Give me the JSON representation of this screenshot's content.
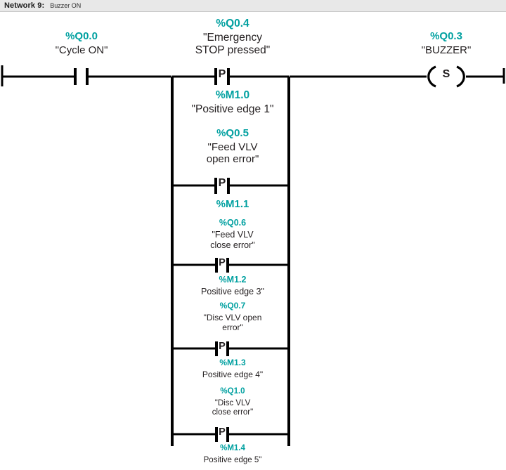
{
  "header": {
    "network_label": "Network 9:",
    "network_title": "Buzzer ON"
  },
  "ladder": {
    "series_contact": {
      "address": "%Q0.0",
      "symbol": "\"Cycle ON\"",
      "type": "normally-open-contact"
    },
    "output_coil": {
      "address": "%Q0.3",
      "symbol": "\"BUZZER\"",
      "type": "set-coil",
      "glyph": "S"
    },
    "branches": [
      {
        "trigger_address": "%Q0.4",
        "trigger_symbol": "\"Emergency\nSTOP pressed\"",
        "contact_glyph": "P",
        "memory_address": "%M1.0",
        "memory_symbol": "\"Positive edge 1\""
      },
      {
        "trigger_address": "%Q0.5",
        "trigger_symbol": "\"Feed VLV\nopen error\"",
        "contact_glyph": "P",
        "memory_address": "%M1.1",
        "memory_symbol": ""
      },
      {
        "trigger_address": "%Q0.6",
        "trigger_symbol": "\"Feed VLV\nclose error\"",
        "contact_glyph": "P",
        "memory_address": "%M1.2",
        "memory_symbol": "Positive edge 3\""
      },
      {
        "trigger_address": "%Q0.7",
        "trigger_symbol": "\"Disc VLV open\nerror\"",
        "contact_glyph": "P",
        "memory_address": "%M1.3",
        "memory_symbol": "Positive edge 4\""
      },
      {
        "trigger_address": "%Q1.0",
        "trigger_symbol": "\"Disc VLV\nclose error\"",
        "contact_glyph": "P",
        "memory_address": "%M1.4",
        "memory_symbol": "Positive edge 5\""
      }
    ]
  },
  "colors": {
    "address_teal": "#00a0a0",
    "wire_black": "#000000",
    "header_bg": "#e8e8e8"
  }
}
